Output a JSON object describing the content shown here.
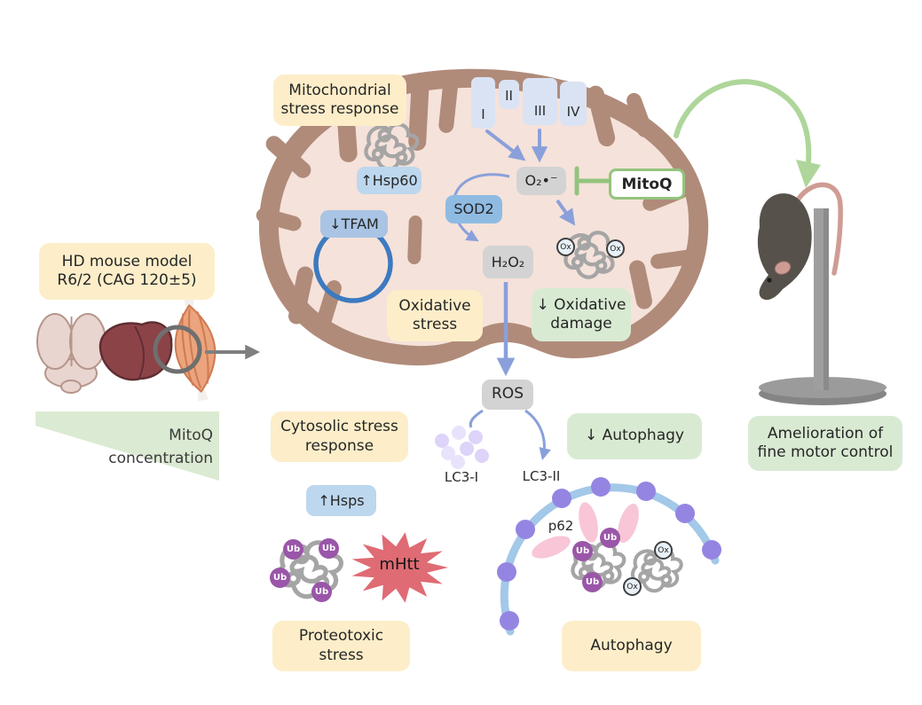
{
  "figure": {
    "model_box": {
      "line1": "HD mouse model",
      "line2": "R6/2 (CAG 120±5)"
    },
    "gradient": {
      "line1": "MitoQ",
      "line2": "concentration"
    },
    "mitochondrion": {
      "stress_box": {
        "line1": "Mitochondrial",
        "line2": "stress response"
      },
      "complexes": [
        "I",
        "II",
        "III",
        "IV"
      ],
      "hsp60": "↑Hsp60",
      "tfam": "↓TFAM",
      "sod2": "SOD2",
      "superoxide": "O₂•⁻",
      "h2o2": "H₂O₂",
      "mitoq": "MitoQ",
      "oxidative_stress": {
        "line1": "Oxidative",
        "line2": "stress"
      },
      "oxidative_damage": {
        "line1": "↓ Oxidative",
        "line2": "damage"
      },
      "ox_badge": "Ox"
    },
    "ros_pathway": {
      "ros": "ROS",
      "lc3_1": "LC3-I",
      "lc3_2": "LC3-II",
      "autophagy_down": "↓ Autophagy"
    },
    "autophagosome": {
      "p62": "p62",
      "autophagy_box": "Autophagy",
      "ub_badge": "Ub",
      "ox_badge": "Ox"
    },
    "cytosol": {
      "stress_box": {
        "line1": "Cytosolic stress",
        "line2": "response"
      },
      "hsps": "↑Hsps",
      "mhtt": "mHtt",
      "proteotoxic": {
        "line1": "Proteotoxic",
        "line2": "stress"
      },
      "ub_badge": "Ub"
    },
    "outcome": {
      "line1": "Amelioration of",
      "line2": "fine motor control"
    }
  },
  "colors": {
    "yellow_box": "#fdeec9",
    "green_box": "#d9ead3",
    "blue_box": "#bdd7ee",
    "blue_box_strong": "#8fbbe3",
    "gray_box": "#d3d3d3",
    "mito_outer": "#b08b7a",
    "mito_matrix": "#f5e2da",
    "arrow_blue": "#8aa0da",
    "green_line": "#93c47d",
    "green_arrow": "#aed69a",
    "ub_purple": "#9a56a8",
    "membrane_dot_violet": "#9585e2",
    "p62_pink": "#f8c6d7",
    "lc3_lavender": "#ded3f8",
    "mhtt_red": "#df6b74",
    "membrane_blue": "#a3c8e8",
    "mtdna_blue": "#3d7ac0"
  }
}
